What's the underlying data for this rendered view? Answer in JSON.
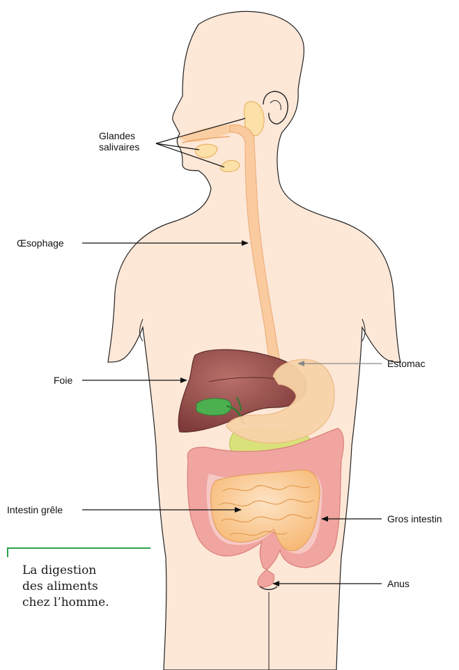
{
  "labels": {
    "glandes_salivaires": "Glandes\nsalivaires",
    "oesophage": "Œsophage",
    "foie": "Foie",
    "estomac": "Estomac",
    "intestin_grele": "Intestin grêle",
    "gros_intestin": "Gros intestin",
    "anus": "Anus"
  },
  "caption": "La digestion\ndes aliments\nchez l’homme.",
  "colors": {
    "body": "#fde7d7",
    "outline": "#222222",
    "oesophagus": "#f9c99a",
    "liver": "#9b4d4a",
    "gallbladder": "#4caf50",
    "stomach": "#f7d3a8",
    "small_intestine": "#f7c27a",
    "large_intestine": "#f0a5a0",
    "pancreas": "#d9e27a",
    "caption_rule": "#2aa14a"
  }
}
